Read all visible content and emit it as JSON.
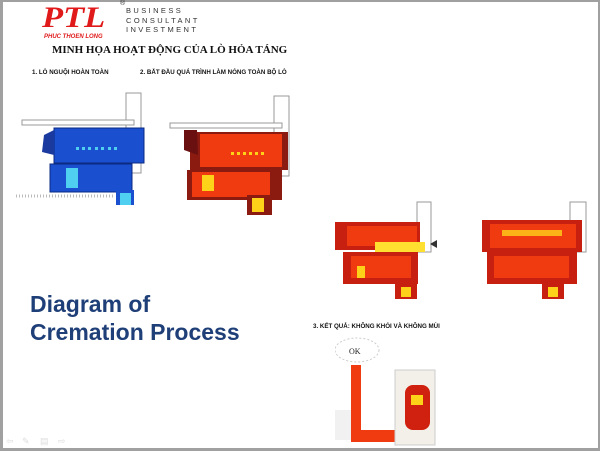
{
  "logo": {
    "text": "PTL",
    "subtext": "PHUC THOEN LONG",
    "reg": "®"
  },
  "tagline": [
    "BUSINESS",
    "CONSULTANT",
    "INVESTMENT"
  ],
  "title": "MINH HỌA HOẠT ĐỘNG CỦA  LÒ HỎA TÁNG",
  "steps": {
    "step1": "1. LÒ  NGUỘI HOÀN TOÀN",
    "step2": "2. BẮT ĐẦU QUÁ TRÌNH LÀM NÓNG TOÀN BỘ LÒ",
    "step3": "3. KẾT QUẢ: KHÔNG KHÓI VÀ KHÔNG MÙI"
  },
  "heading": {
    "line1": "Diagram of",
    "line2": "Cremation Process"
  },
  "cloud_label": "OK",
  "colors": {
    "cold": "#1a4fd0",
    "hot": "#f03a10",
    "ember": "#ffd21a",
    "heading": "#1f3f78"
  },
  "nav_icons": [
    "prev-arrow-icon",
    "pen-icon",
    "menu-icon",
    "next-arrow-icon"
  ]
}
